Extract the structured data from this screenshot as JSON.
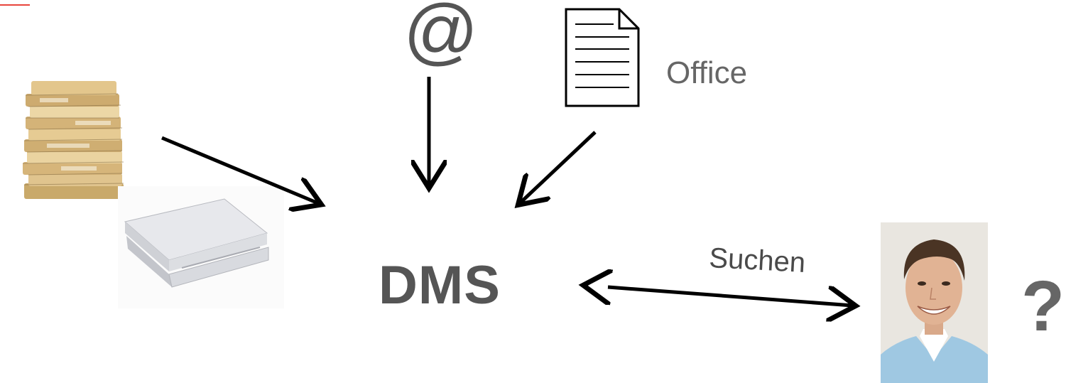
{
  "diagram": {
    "email_symbol": "@",
    "office_label": "Office",
    "center_label": "DMS",
    "search_label": "Suchen",
    "question_mark": "?",
    "icons": {
      "paper_stack": "paper-stack-icon",
      "scanner": "scanner-icon",
      "document": "document-icon",
      "person": "person-photo"
    },
    "colors": {
      "accent": "#e8453c",
      "arrow": "#000000",
      "text": "#555555"
    }
  }
}
